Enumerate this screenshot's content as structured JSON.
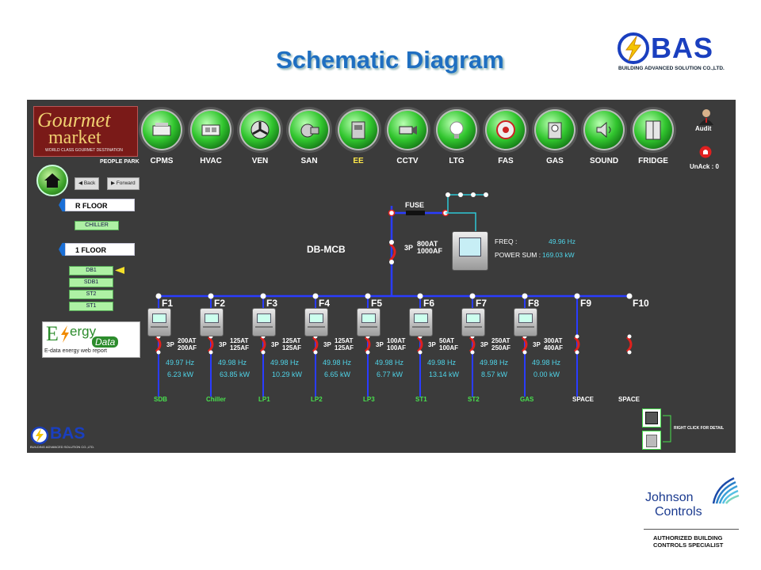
{
  "page": {
    "title": "Schematic Diagram"
  },
  "bas_logo": {
    "word": "BAS",
    "subtitle": "BUILDING ADVANCED SOLUTION CO.,LTD."
  },
  "header": {
    "brand_line1": "ourmet",
    "brand_g": "G",
    "brand_line2": "market",
    "brand_tag": "WORLD CLASS GOURMET DESTINATION",
    "location": "PEOPLE PARK",
    "nav": [
      {
        "label": "CPMS",
        "icon": "chiller-icon",
        "color": "#ffffff"
      },
      {
        "label": "HVAC",
        "icon": "ahu-icon",
        "color": "#ffffff"
      },
      {
        "label": "VEN",
        "icon": "fan-icon",
        "color": "#ffffff"
      },
      {
        "label": "SAN",
        "icon": "pump-icon",
        "color": "#ffffff"
      },
      {
        "label": "EE",
        "icon": "electric-panel-icon",
        "color": "#ffe94a"
      },
      {
        "label": "CCTV",
        "icon": "camera-icon",
        "color": "#ffffff"
      },
      {
        "label": "LTG",
        "icon": "lightbulb-icon",
        "color": "#ffffff"
      },
      {
        "label": "FAS",
        "icon": "fire-alarm-icon",
        "color": "#ffffff"
      },
      {
        "label": "GAS",
        "icon": "gas-meter-icon",
        "color": "#ffffff"
      },
      {
        "label": "SOUND",
        "icon": "speaker-icon",
        "color": "#ffffff"
      },
      {
        "label": "FRIDGE",
        "icon": "fridge-icon",
        "color": "#ffffff"
      }
    ],
    "audit_label": "Audit",
    "unack_label": "UnAck : 0"
  },
  "sidebar": {
    "back_label": "Back",
    "forward_label": "Forward",
    "r_floor": {
      "label": "R FLOOR",
      "items": [
        "CHILLER"
      ]
    },
    "floor1": {
      "label": "1 FLOOR",
      "items": [
        "DB1",
        "SDB1",
        "ST2",
        "ST1"
      ],
      "selected": "DB1"
    },
    "energy_text_1": "E",
    "energy_text_2": "ergy",
    "energy_text_3": "Data",
    "energy_sub": "E-data energy web report"
  },
  "diagram": {
    "fuse_label": "FUSE",
    "db_label": "DB-MCB",
    "main_breaker": {
      "poles": "3P",
      "rating1": "800AT",
      "rating2": "1000AF"
    },
    "freq_label": "FREQ :",
    "freq_value": "49.96 Hz",
    "power_label": "POWER SUM :",
    "power_value": "169.03 kW",
    "feeders": [
      {
        "name": "F1",
        "poles": "3P",
        "at": "200AT",
        "af": "200AF",
        "hz": "49.97 Hz",
        "kw": "6.23 kW",
        "load": "SDB",
        "load_color": "#49e04e",
        "has_meter": true
      },
      {
        "name": "F2",
        "poles": "3P",
        "at": "125AT",
        "af": "125AF",
        "hz": "49.98 Hz",
        "kw": "63.85 kW",
        "load": "Chiller",
        "load_color": "#49e04e",
        "has_meter": true
      },
      {
        "name": "F3",
        "poles": "3P",
        "at": "125AT",
        "af": "125AF",
        "hz": "49.98 Hz",
        "kw": "10.29 kW",
        "load": "LP1",
        "load_color": "#49e04e",
        "has_meter": true
      },
      {
        "name": "F4",
        "poles": "3P",
        "at": "125AT",
        "af": "125AF",
        "hz": "49.98 Hz",
        "kw": "6.65 kW",
        "load": "LP2",
        "load_color": "#49e04e",
        "has_meter": true
      },
      {
        "name": "F5",
        "poles": "3P",
        "at": "100AT",
        "af": "100AF",
        "hz": "49.98 Hz",
        "kw": "6.77 kW",
        "load": "LP3",
        "load_color": "#49e04e",
        "has_meter": true
      },
      {
        "name": "F6",
        "poles": "3P",
        "at": "50AT",
        "af": "100AF",
        "hz": "49.98 Hz",
        "kw": "13.14 kW",
        "load": "ST1",
        "load_color": "#49e04e",
        "has_meter": true
      },
      {
        "name": "F7",
        "poles": "3P",
        "at": "250AT",
        "af": "250AF",
        "hz": "49.98 Hz",
        "kw": "8.57 kW",
        "load": "ST2",
        "load_color": "#49e04e",
        "has_meter": true
      },
      {
        "name": "F8",
        "poles": "3P",
        "at": "300AT",
        "af": "400AF",
        "hz": "49.98 Hz",
        "kw": "0.00 kW",
        "load": "GAS",
        "load_color": "#49e04e",
        "has_meter": true
      },
      {
        "name": "F9",
        "load": "SPACE",
        "load_color": "#ffffff",
        "has_meter": false
      },
      {
        "name": "F10",
        "load": "SPACE",
        "load_color": "#ffffff",
        "has_meter": false
      }
    ],
    "detail_hint": "RIGHT CLICK FOR DETAIL"
  },
  "footer_logo": {
    "word": "BAS",
    "subtitle": "BUILDING ADVANCED SOLUTION CO.,LTD."
  },
  "jci": {
    "line1": "Johnson",
    "line2": "Controls",
    "cert1": "AUTHORIZED BUILDING",
    "cert2": "CONTROLS SPECIALIST"
  },
  "colors": {
    "bus": "#2a3cff",
    "breaker": "#e0201c",
    "aux": "#2ec7d6",
    "panel": "#3b3b3b",
    "title": "#1f6fc1"
  }
}
